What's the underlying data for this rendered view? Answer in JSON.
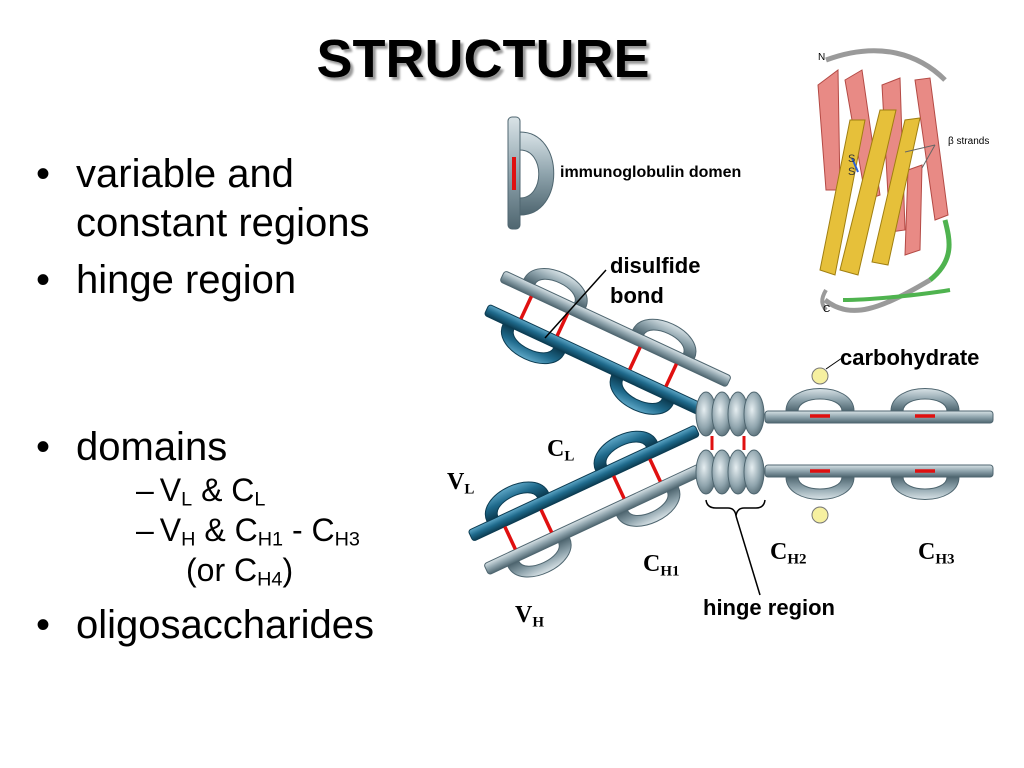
{
  "slide": {
    "title": "STRUCTURE"
  },
  "bullets_top": [
    {
      "line1": "variable and",
      "line2": "constant regions"
    },
    {
      "line1": "hinge region"
    }
  ],
  "bullets_bottom": {
    "domains": "domains",
    "sub1": {
      "dash": "–",
      "v": "V",
      "v_sub": "L",
      "amp": " & ",
      "c": "C",
      "c_sub": "L"
    },
    "sub2": {
      "dash": "–",
      "v": "V",
      "v_sub": "H",
      "amp": " & ",
      "c1": "C",
      "c1_sub": "H1",
      "sep": " - ",
      "c3": "C",
      "c3_sub": "H3",
      "or_pre": "(or ",
      "c4": "C",
      "c4_sub": "H4",
      "or_post": ")"
    },
    "oligo": "oligosaccharides"
  },
  "diagram": {
    "domain_label": "immunoglobulin domen",
    "disulfide_line1": "disulfide",
    "disulfide_line2": "bond",
    "carbohydrate": "carbohydrate",
    "hinge": "hinge region",
    "beta_strands": "β strands",
    "n_term": "N",
    "c_term": "C",
    "ss_1": "S",
    "ss_2": "S",
    "CL": {
      "main": "C",
      "sub": "L"
    },
    "VL": {
      "main": "V",
      "sub": "L"
    },
    "CH1": {
      "main": "C",
      "sub": "H1"
    },
    "VH": {
      "main": "V",
      "sub": "H"
    },
    "CH2": {
      "main": "C",
      "sub": "H2"
    },
    "CH3": {
      "main": "C",
      "sub": "H3"
    }
  },
  "colors": {
    "heavy_chain": "#8fa4ad",
    "light_chain": "#1f6a8c",
    "disulfide": "#e01010",
    "carbohydrate": "#f6f0a0",
    "beta_red": "#e88a85",
    "beta_yellow": "#e6c03a",
    "loop_green": "#4fb34f"
  }
}
